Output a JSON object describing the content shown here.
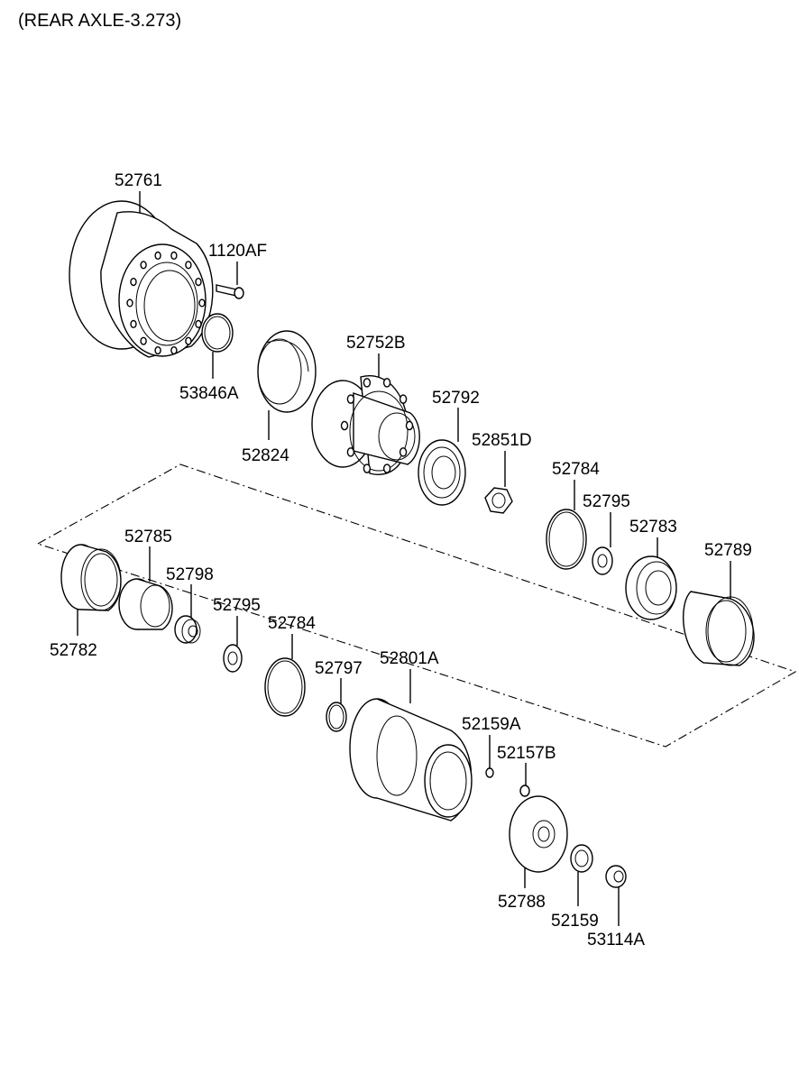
{
  "title": "(REAR AXLE-3.273)",
  "parts": {
    "p52761": "52761",
    "p1120AF": "1120AF",
    "p53846A": "53846A",
    "p52824": "52824",
    "p52752B": "52752B",
    "p52792": "52792",
    "p52851D": "52851D",
    "p52784_top": "52784",
    "p52795_top": "52795",
    "p52783": "52783",
    "p52789": "52789",
    "p52785": "52785",
    "p52798": "52798",
    "p52782": "52782",
    "p52795_bot": "52795",
    "p52784_bot": "52784",
    "p52797": "52797",
    "p52801A": "52801A",
    "p52159A": "52159A",
    "p52157B": "52157B",
    "p52788": "52788",
    "p52159": "52159",
    "p53114A": "53114A"
  }
}
